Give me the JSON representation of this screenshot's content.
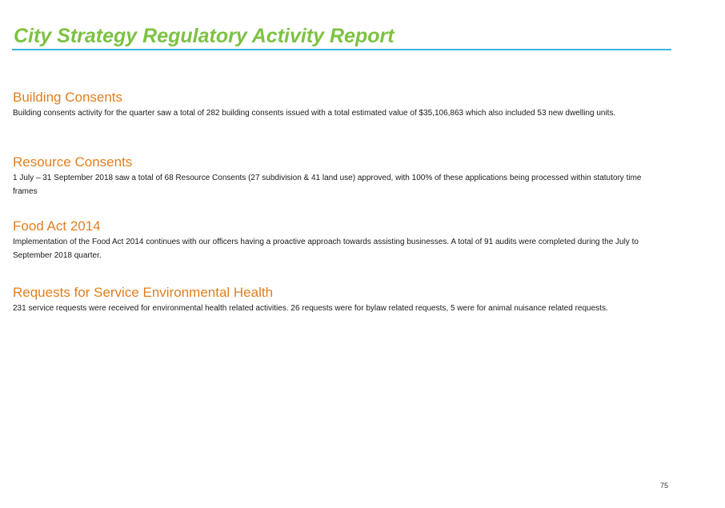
{
  "report": {
    "title": "City Strategy Regulatory Activity Report"
  },
  "sections": [
    {
      "heading": "Building Consents",
      "body": "Building consents activity for the quarter saw a total of 282 building consents issued with a total estimated value of $35,106,863 which also included 53 new dwelling units."
    },
    {
      "heading": "Resource Consents",
      "body": "1 July – 31 September 2018 saw a total of 68 Resource Consents (27 subdivision & 41 land use) approved, with 100% of these applications being processed within statutory time frames"
    },
    {
      "heading": "Food Act 2014",
      "body": "Implementation of the Food Act 2014 continues with our officers having a proactive approach towards assisting businesses. A total of 91 audits were completed during the July to September 2018 quarter."
    },
    {
      "heading": "Requests for Service Environmental Health",
      "body": "231 service requests were received for environmental health related activities. 26 requests were for bylaw related requests, 5 were for animal nuisance related requests."
    }
  ],
  "footer": {
    "page_number": "75"
  },
  "colors": {
    "title": "#7dc242",
    "rule": "#3fb3e0",
    "heading": "#e07f1f",
    "body": "#1a1a1a"
  }
}
